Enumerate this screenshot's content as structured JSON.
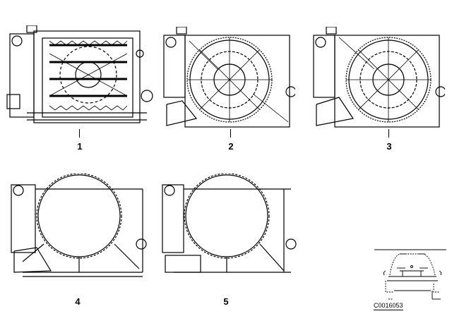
{
  "diagram": {
    "type": "parts-catalog-illustration",
    "subject": "Radiator fan shroud variants",
    "parts": [
      {
        "id": "part-1",
        "label": "1",
        "description": "radiator with louvered frame"
      },
      {
        "id": "part-2",
        "label": "2",
        "description": "fan shroud with fan guard"
      },
      {
        "id": "part-3",
        "label": "3",
        "description": "fan shroud with fan guard"
      },
      {
        "id": "part-4",
        "label": "4",
        "description": "fan shroud, open ring"
      },
      {
        "id": "part-5",
        "label": "5",
        "description": "fan shroud, open ring"
      }
    ],
    "thumbnail": {
      "description": "vehicle rear view",
      "code": "C0016053"
    }
  }
}
